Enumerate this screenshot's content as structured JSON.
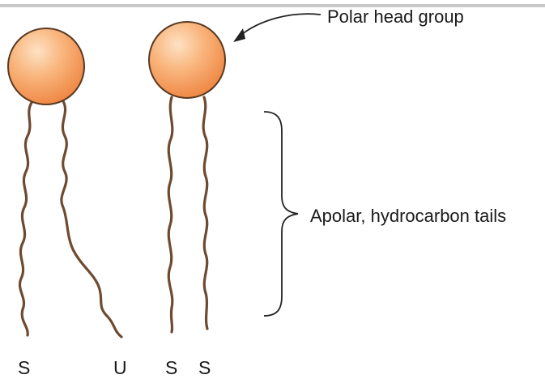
{
  "labels": {
    "polar_head": "Polar head group",
    "apolar_tails": "Apolar, hydrocarbon tails"
  },
  "tail_types": [
    "S",
    "U",
    "S",
    "S"
  ],
  "colors": {
    "head_light": "#fde2c4",
    "head_mid": "#f7a868",
    "head_dark": "#ee8440",
    "head_outline": "#5a3a22",
    "tail": "#6e4a30",
    "arrow": "#222222",
    "brace": "#222222",
    "top_rule": "#c8c8c8"
  }
}
